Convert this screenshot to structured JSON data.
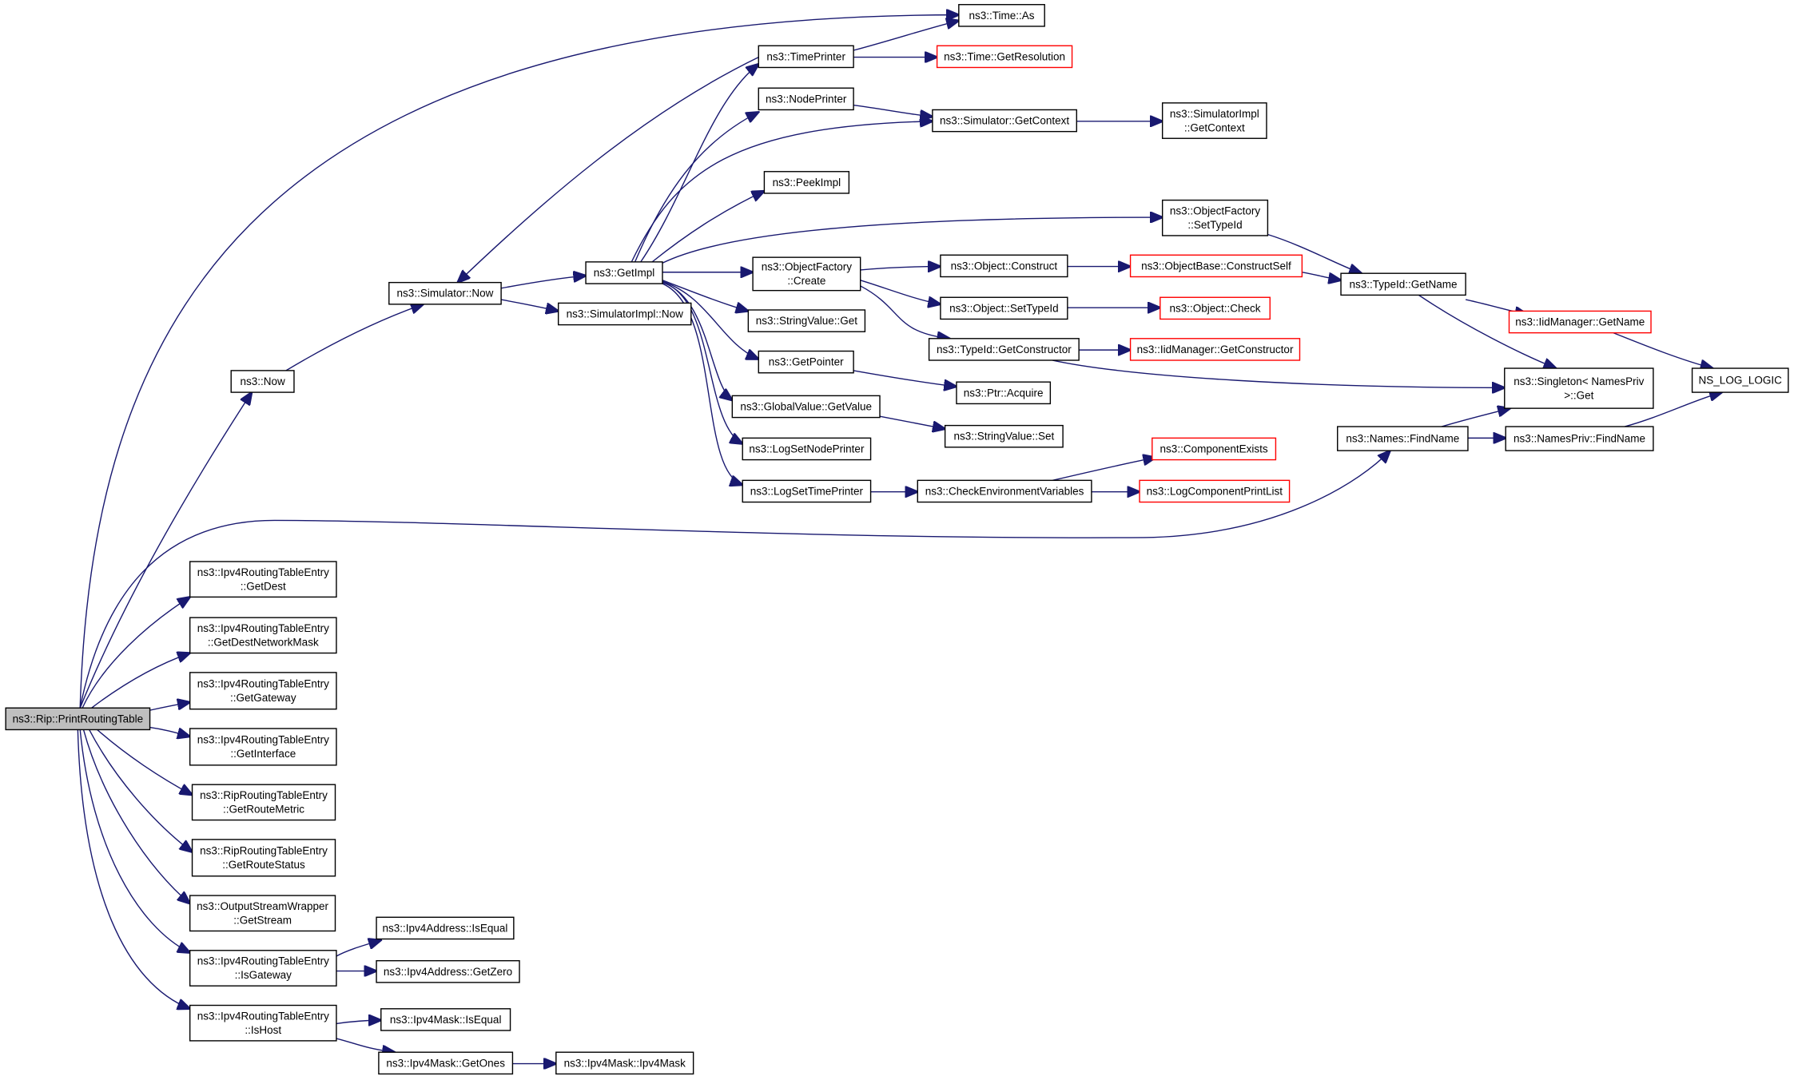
{
  "diagram": {
    "nodes": [
      {
        "id": "root",
        "lines": [
          "ns3::Rip::PrintRoutingTable"
        ],
        "style": "gray"
      },
      {
        "id": "time_as",
        "lines": [
          "ns3::Time::As"
        ],
        "style": "black"
      },
      {
        "id": "timeprinter",
        "lines": [
          "ns3::TimePrinter"
        ],
        "style": "black"
      },
      {
        "id": "time_getres",
        "lines": [
          "ns3::Time::GetResolution"
        ],
        "style": "red"
      },
      {
        "id": "nodeprinter",
        "lines": [
          "ns3::NodePrinter"
        ],
        "style": "black"
      },
      {
        "id": "sim_getcontext",
        "lines": [
          "ns3::Simulator::GetContext"
        ],
        "style": "black"
      },
      {
        "id": "simimpl_getcontext",
        "lines": [
          "ns3::SimulatorImpl",
          "::GetContext"
        ],
        "style": "black"
      },
      {
        "id": "peekimpl",
        "lines": [
          "ns3::PeekImpl"
        ],
        "style": "black"
      },
      {
        "id": "of_settypeid",
        "lines": [
          "ns3::ObjectFactory",
          "::SetTypeId"
        ],
        "style": "black"
      },
      {
        "id": "getimpl",
        "lines": [
          "ns3::GetImpl"
        ],
        "style": "black"
      },
      {
        "id": "of_create",
        "lines": [
          "ns3::ObjectFactory",
          "::Create"
        ],
        "style": "black"
      },
      {
        "id": "obj_construct",
        "lines": [
          "ns3::Object::Construct"
        ],
        "style": "black"
      },
      {
        "id": "objbase_constructself",
        "lines": [
          "ns3::ObjectBase::ConstructSelf"
        ],
        "style": "red"
      },
      {
        "id": "typeid_getname",
        "lines": [
          "ns3::TypeId::GetName"
        ],
        "style": "black"
      },
      {
        "id": "sim_now",
        "lines": [
          "ns3::Simulator::Now"
        ],
        "style": "black"
      },
      {
        "id": "simimpl_now",
        "lines": [
          "ns3::SimulatorImpl::Now"
        ],
        "style": "black"
      },
      {
        "id": "obj_settypeid",
        "lines": [
          "ns3::Object::SetTypeId"
        ],
        "style": "black"
      },
      {
        "id": "obj_check",
        "lines": [
          "ns3::Object::Check"
        ],
        "style": "red"
      },
      {
        "id": "stringvalue_get",
        "lines": [
          "ns3::StringValue::Get"
        ],
        "style": "black"
      },
      {
        "id": "iidmanager_getname",
        "lines": [
          "ns3::IidManager::GetName"
        ],
        "style": "red"
      },
      {
        "id": "typeid_getconstructor",
        "lines": [
          "ns3::TypeId::GetConstructor"
        ],
        "style": "black"
      },
      {
        "id": "iidmanager_getconstructor",
        "lines": [
          "ns3::IidManager::GetConstructor"
        ],
        "style": "red"
      },
      {
        "id": "getpointer",
        "lines": [
          "ns3::GetPointer"
        ],
        "style": "black"
      },
      {
        "id": "ns3_now",
        "lines": [
          "ns3::Now"
        ],
        "style": "black"
      },
      {
        "id": "ptr_acquire",
        "lines": [
          "ns3::Ptr::Acquire"
        ],
        "style": "black"
      },
      {
        "id": "singleton_get",
        "lines": [
          "ns3::Singleton< NamesPriv",
          ">::Get"
        ],
        "style": "black"
      },
      {
        "id": "ns_log_logic",
        "lines": [
          "NS_LOG_LOGIC"
        ],
        "style": "black"
      },
      {
        "id": "globalvalue_getvalue",
        "lines": [
          "ns3::GlobalValue::GetValue"
        ],
        "style": "black"
      },
      {
        "id": "stringvalue_set",
        "lines": [
          "ns3::StringValue::Set"
        ],
        "style": "black"
      },
      {
        "id": "names_findname",
        "lines": [
          "ns3::Names::FindName"
        ],
        "style": "black"
      },
      {
        "id": "namespriv_findname",
        "lines": [
          "ns3::NamesPriv::FindName"
        ],
        "style": "black"
      },
      {
        "id": "logsetnodeprinter",
        "lines": [
          "ns3::LogSetNodePrinter"
        ],
        "style": "black"
      },
      {
        "id": "componentexists",
        "lines": [
          "ns3::ComponentExists"
        ],
        "style": "red"
      },
      {
        "id": "logsettimeprinter",
        "lines": [
          "ns3::LogSetTimePrinter"
        ],
        "style": "black"
      },
      {
        "id": "checkenvvars",
        "lines": [
          "ns3::CheckEnvironmentVariables"
        ],
        "style": "black"
      },
      {
        "id": "logcomponentprintlist",
        "lines": [
          "ns3::LogComponentPrintList"
        ],
        "style": "red"
      },
      {
        "id": "ipv4rte_getdest",
        "lines": [
          "ns3::Ipv4RoutingTableEntry",
          "::GetDest"
        ],
        "style": "black"
      },
      {
        "id": "ipv4rte_getdestnetworkmask",
        "lines": [
          "ns3::Ipv4RoutingTableEntry",
          "::GetDestNetworkMask"
        ],
        "style": "black"
      },
      {
        "id": "ipv4rte_getgateway",
        "lines": [
          "ns3::Ipv4RoutingTableEntry",
          "::GetGateway"
        ],
        "style": "black"
      },
      {
        "id": "ipv4rte_getinterface",
        "lines": [
          "ns3::Ipv4RoutingTableEntry",
          "::GetInterface"
        ],
        "style": "black"
      },
      {
        "id": "riprte_getroutemetric",
        "lines": [
          "ns3::RipRoutingTableEntry",
          "::GetRouteMetric"
        ],
        "style": "black"
      },
      {
        "id": "riprte_getroutestatus",
        "lines": [
          "ns3::RipRoutingTableEntry",
          "::GetRouteStatus"
        ],
        "style": "black"
      },
      {
        "id": "osw_getstream",
        "lines": [
          "ns3::OutputStreamWrapper",
          "::GetStream"
        ],
        "style": "black"
      },
      {
        "id": "ipv4rte_isgateway",
        "lines": [
          "ns3::Ipv4RoutingTableEntry",
          "::IsGateway"
        ],
        "style": "black"
      },
      {
        "id": "ipv4addr_isequal",
        "lines": [
          "ns3::Ipv4Address::IsEqual"
        ],
        "style": "black"
      },
      {
        "id": "ipv4addr_getzero",
        "lines": [
          "ns3::Ipv4Address::GetZero"
        ],
        "style": "black"
      },
      {
        "id": "ipv4rte_ishost",
        "lines": [
          "ns3::Ipv4RoutingTableEntry",
          "::IsHost"
        ],
        "style": "black"
      },
      {
        "id": "ipv4mask_isequal",
        "lines": [
          "ns3::Ipv4Mask::IsEqual"
        ],
        "style": "black"
      },
      {
        "id": "ipv4mask_getones",
        "lines": [
          "ns3::Ipv4Mask::GetOnes"
        ],
        "style": "black"
      },
      {
        "id": "ipv4mask_ipv4mask",
        "lines": [
          "ns3::Ipv4Mask::Ipv4Mask"
        ],
        "style": "black"
      }
    ],
    "edges": [
      [
        "root",
        "time_as"
      ],
      [
        "root",
        "ns3_now"
      ],
      [
        "root",
        "names_findname"
      ],
      [
        "root",
        "ipv4rte_getdest"
      ],
      [
        "root",
        "ipv4rte_getdestnetworkmask"
      ],
      [
        "root",
        "ipv4rte_getgateway"
      ],
      [
        "root",
        "ipv4rte_getinterface"
      ],
      [
        "root",
        "riprte_getroutemetric"
      ],
      [
        "root",
        "riprte_getroutestatus"
      ],
      [
        "root",
        "osw_getstream"
      ],
      [
        "root",
        "ipv4rte_isgateway"
      ],
      [
        "root",
        "ipv4rte_ishost"
      ],
      [
        "ns3_now",
        "sim_now"
      ],
      [
        "sim_now",
        "getimpl"
      ],
      [
        "sim_now",
        "simimpl_now"
      ],
      [
        "getimpl",
        "timeprinter"
      ],
      [
        "getimpl",
        "nodeprinter"
      ],
      [
        "getimpl",
        "sim_getcontext"
      ],
      [
        "getimpl",
        "peekimpl"
      ],
      [
        "getimpl",
        "of_settypeid"
      ],
      [
        "getimpl",
        "of_create"
      ],
      [
        "getimpl",
        "stringvalue_get"
      ],
      [
        "getimpl",
        "getpointer"
      ],
      [
        "getimpl",
        "globalvalue_getvalue"
      ],
      [
        "getimpl",
        "logsetnodeprinter"
      ],
      [
        "getimpl",
        "logsettimeprinter"
      ],
      [
        "timeprinter",
        "time_as"
      ],
      [
        "timeprinter",
        "time_getres"
      ],
      [
        "timeprinter",
        "sim_now"
      ],
      [
        "nodeprinter",
        "sim_getcontext"
      ],
      [
        "sim_getcontext",
        "simimpl_getcontext"
      ],
      [
        "of_settypeid",
        "typeid_getname"
      ],
      [
        "of_create",
        "obj_construct"
      ],
      [
        "of_create",
        "obj_settypeid"
      ],
      [
        "of_create",
        "typeid_getconstructor"
      ],
      [
        "obj_construct",
        "objbase_constructself"
      ],
      [
        "objbase_constructself",
        "typeid_getname"
      ],
      [
        "obj_settypeid",
        "obj_check"
      ],
      [
        "typeid_getconstructor",
        "iidmanager_getconstructor"
      ],
      [
        "typeid_getconstructor",
        "singleton_get"
      ],
      [
        "typeid_getname",
        "iidmanager_getname"
      ],
      [
        "typeid_getname",
        "singleton_get"
      ],
      [
        "iidmanager_getname",
        "ns_log_logic"
      ],
      [
        "getpointer",
        "ptr_acquire"
      ],
      [
        "globalvalue_getvalue",
        "stringvalue_set"
      ],
      [
        "logsettimeprinter",
        "checkenvvars"
      ],
      [
        "checkenvvars",
        "componentexists"
      ],
      [
        "checkenvvars",
        "logcomponentprintlist"
      ],
      [
        "names_findname",
        "singleton_get"
      ],
      [
        "names_findname",
        "namespriv_findname"
      ],
      [
        "namespriv_findname",
        "ns_log_logic"
      ],
      [
        "ipv4rte_isgateway",
        "ipv4addr_isequal"
      ],
      [
        "ipv4rte_isgateway",
        "ipv4addr_getzero"
      ],
      [
        "ipv4rte_ishost",
        "ipv4mask_isequal"
      ],
      [
        "ipv4rte_ishost",
        "ipv4mask_getones"
      ],
      [
        "ipv4mask_getones",
        "ipv4mask_ipv4mask"
      ]
    ]
  }
}
